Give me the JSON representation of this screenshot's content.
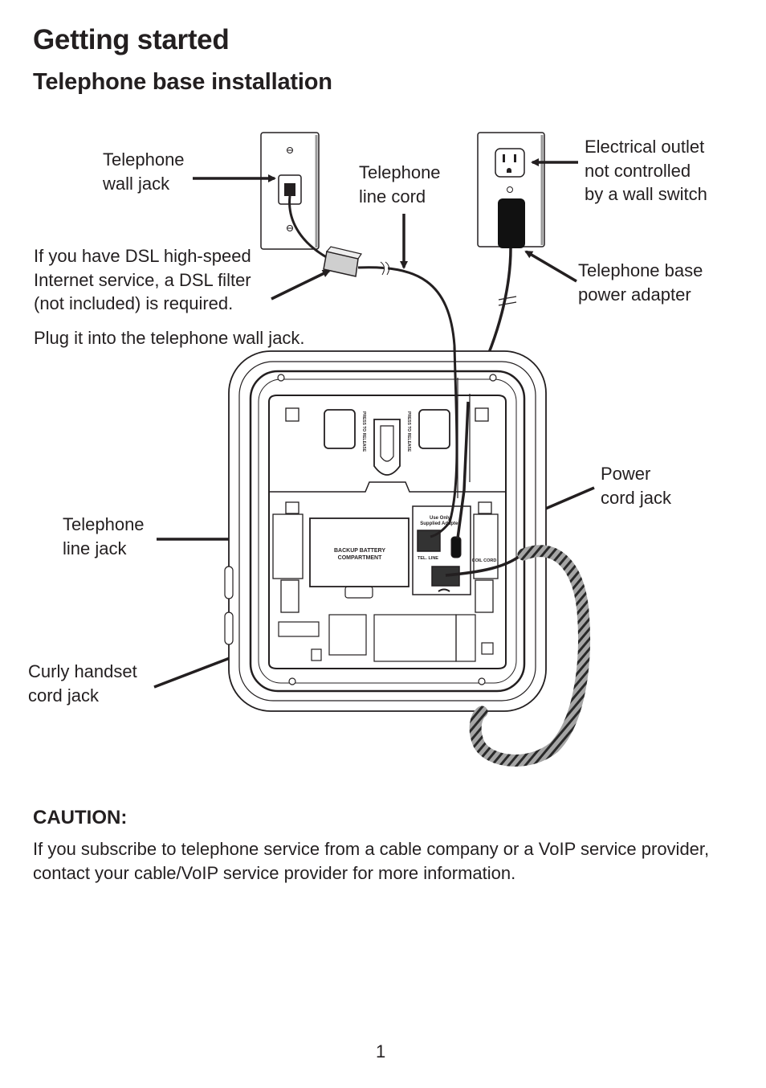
{
  "page": {
    "title": "Getting started",
    "subtitle": "Telephone base installation",
    "page_number": "1"
  },
  "labels": {
    "wall_jack": "Telephone\nwall jack",
    "line_cord": "Telephone\nline cord",
    "outlet": "Electrical outlet\nnot controlled\nby a wall switch",
    "dsl": "If you have DSL high-speed\nInternet service, a DSL filter\n(not included) is required.",
    "plug_wall": "Plug it into the telephone wall jack.",
    "power_adapter": "Telephone base\npower adapter",
    "power_jack": "Power\ncord jack",
    "line_jack": "Telephone\nline jack",
    "curly_jack": "Curly handset\ncord jack"
  },
  "device_text": {
    "battery_line1": "BACKUP BATTERY",
    "battery_line2": "COMPARTMENT",
    "use_only": "Use Only",
    "supplied_adapter": "Supplied Adapter",
    "tel_line": "TEL. LINE",
    "coil_cord": "COIL CORD",
    "press_release_left": "PRESS TO RELEASE",
    "press_release_right": "PRESS TO RELEASE"
  },
  "caution": {
    "heading": "CAUTION:",
    "text": "If you subscribe to telephone service from a cable company or a VoIP service provider, contact your cable/VoIP service provider for more information."
  }
}
